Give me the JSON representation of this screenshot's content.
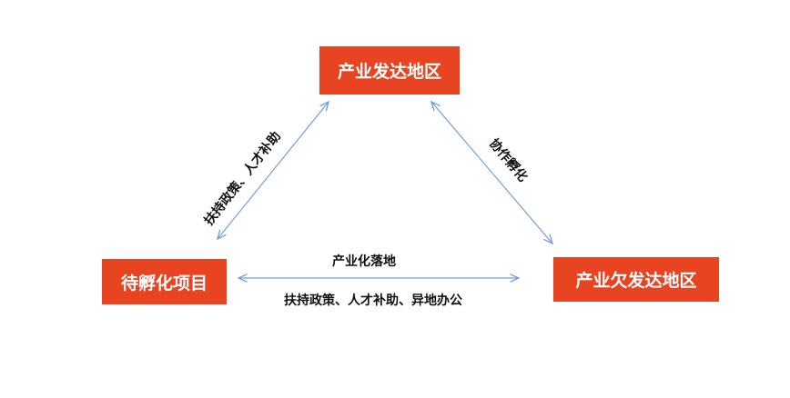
{
  "nodes": {
    "developed_region": "产业发达地区",
    "incubation_project": "待孵化项目",
    "underdeveloped_region": "产业欠发达地区"
  },
  "edges": {
    "left_label": "扶持政策、人才补助",
    "right_label": "协作孵化",
    "bottom_top_label": "产业化落地",
    "bottom_label": "扶持政策、人才补助、异地办公"
  },
  "colors": {
    "box": "#e84422",
    "arrow": "#6f9fe0"
  }
}
